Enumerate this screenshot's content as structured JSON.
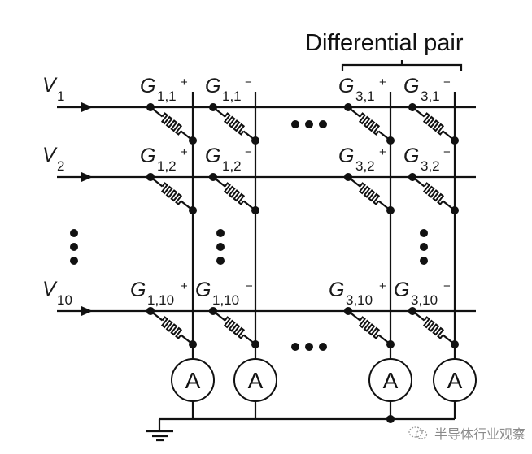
{
  "title": "Differential pair",
  "inputs": [
    {
      "symbol": "V",
      "sub": "1"
    },
    {
      "symbol": "V",
      "sub": "2"
    },
    {
      "symbol": "V",
      "sub": "10"
    }
  ],
  "conductances": {
    "row1": [
      {
        "symbol": "G",
        "sub": "1,1",
        "sup": "+"
      },
      {
        "symbol": "G",
        "sub": "1,1",
        "sup": "−"
      },
      {
        "symbol": "G",
        "sub": "3,1",
        "sup": "+"
      },
      {
        "symbol": "G",
        "sub": "3,1",
        "sup": "−"
      }
    ],
    "row2": [
      {
        "symbol": "G",
        "sub": "1,2",
        "sup": "+"
      },
      {
        "symbol": "G",
        "sub": "1,2",
        "sup": "−"
      },
      {
        "symbol": "G",
        "sub": "3,2",
        "sup": "+"
      },
      {
        "symbol": "G",
        "sub": "3,2",
        "sup": "−"
      }
    ],
    "row10": [
      {
        "symbol": "G",
        "sub": "1,10",
        "sup": "+"
      },
      {
        "symbol": "G",
        "sub": "1,10",
        "sup": "−"
      },
      {
        "symbol": "G",
        "sub": "3,10",
        "sup": "+"
      },
      {
        "symbol": "G",
        "sub": "3,10",
        "sup": "−"
      }
    ]
  },
  "ammeters": [
    "A",
    "A",
    "A",
    "A"
  ],
  "watermark": {
    "icon": "wechat-icon",
    "text": "半导体行业观察"
  }
}
